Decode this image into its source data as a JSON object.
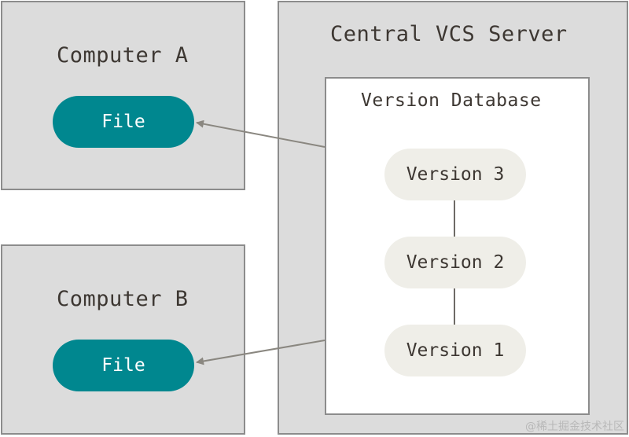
{
  "computer_a": {
    "title": "Computer A",
    "file_label": "File"
  },
  "computer_b": {
    "title": "Computer B",
    "file_label": "File"
  },
  "server": {
    "title": "Central VCS Server",
    "database": {
      "title": "Version Database",
      "versions": [
        "Version 3",
        "Version 2",
        "Version 1"
      ]
    }
  },
  "watermark": "@稀土掘金技术社区",
  "colors": {
    "file_fill": "#00878f",
    "version_fill": "#efeee8",
    "box_fill": "#dcdcdc",
    "border": "#8c8c8c",
    "arrow": "#8a8780"
  }
}
